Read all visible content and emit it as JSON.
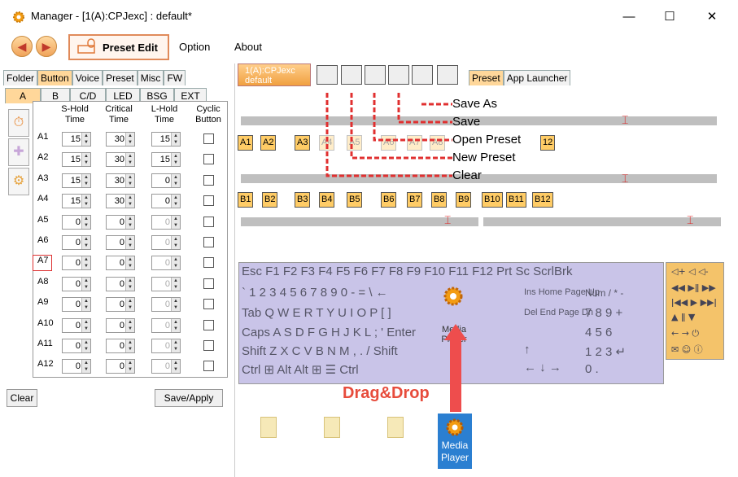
{
  "window": {
    "title": "Manager - [1(A):CPJexc] : default*",
    "minimize": "—",
    "maximize": "☐",
    "close": "✕"
  },
  "menubar": {
    "back": "◀",
    "forward": "▶",
    "preset_edit": "Preset Edit",
    "option": "Option",
    "about": "About"
  },
  "left": {
    "tabs": [
      "Folder",
      "Button",
      "Voice",
      "Preset",
      "Misc",
      "FW"
    ],
    "subtabs": [
      "A",
      "B",
      "C/D",
      "LED",
      "BSG",
      "EXT"
    ],
    "columns": [
      "S-Hold\nTime",
      "Critical\nTime",
      "L-Hold\nTime",
      "Cyclic\nButton"
    ],
    "rows": [
      {
        "label": "A1",
        "s": "15",
        "c": "30",
        "l": "15"
      },
      {
        "label": "A2",
        "s": "15",
        "c": "30",
        "l": "15"
      },
      {
        "label": "A3",
        "s": "15",
        "c": "30",
        "l": "0"
      },
      {
        "label": "A4",
        "s": "15",
        "c": "30",
        "l": "0"
      },
      {
        "label": "A5",
        "s": "0",
        "c": "0",
        "l": "0"
      },
      {
        "label": "A6",
        "s": "0",
        "c": "0",
        "l": "0"
      },
      {
        "label": "A7",
        "s": "0",
        "c": "0",
        "l": "0"
      },
      {
        "label": "A8",
        "s": "0",
        "c": "0",
        "l": "0"
      },
      {
        "label": "A9",
        "s": "0",
        "c": "0",
        "l": "0"
      },
      {
        "label": "A10",
        "s": "0",
        "c": "0",
        "l": "0"
      },
      {
        "label": "A11",
        "s": "0",
        "c": "0",
        "l": "0"
      },
      {
        "label": "A12",
        "s": "0",
        "c": "0",
        "l": "0"
      }
    ],
    "clear": "Clear",
    "save_apply": "Save/Apply"
  },
  "right": {
    "preset_tab": {
      "line1": "1(A):CPJexc",
      "line2": "default"
    },
    "tabs": [
      "Preset",
      "App Launcher"
    ],
    "row_a": [
      "A1",
      "A2",
      "A3",
      "A4",
      "A5",
      "A6",
      "A7",
      "A8",
      "12"
    ],
    "row_b": [
      "B1",
      "B2",
      "B3",
      "B4",
      "B5",
      "B6",
      "B7",
      "B8",
      "B9",
      "B10",
      "B11",
      "B12"
    ],
    "annotations": [
      "Save As",
      "Save",
      "Open Preset",
      "New Preset",
      "Clear"
    ],
    "keyboard": {
      "row1": "Esc  F1 F2 F3 F4  F5 F6 F7 F8  F9 F10 F11 F12  Prt Sc ScrlBrk",
      "row2": "`  1  2  3  4  5  6  7  8  9  0  -  =  \\  ←",
      "row3": "Tab Q  W  E  R  T  Y  U  I  O  P  [  ]",
      "row4": "Caps A  S  D  F  G  H  J  K  L  ;  '  Enter",
      "row5": "Shift  Z  X  C  V  B  N  M  ,  .  /  Shift",
      "row6": "Ctrl  ⊞  Alt                       Alt  ⊞  ☰  Ctrl",
      "nav1": "Ins Home Page Up",
      "nav2": "Del End Page Dn",
      "num1": "Num /  *  -",
      "num2": "7  8  9  +",
      "num3": "4  5  6",
      "num4": "1  2  3  ↵",
      "num5": "0   .",
      "arrows": "←  ↓  →",
      "up": "↑",
      "media_label": "Media Player"
    },
    "drag_label": "Drag&Drop",
    "media_tile": "Media Player"
  }
}
